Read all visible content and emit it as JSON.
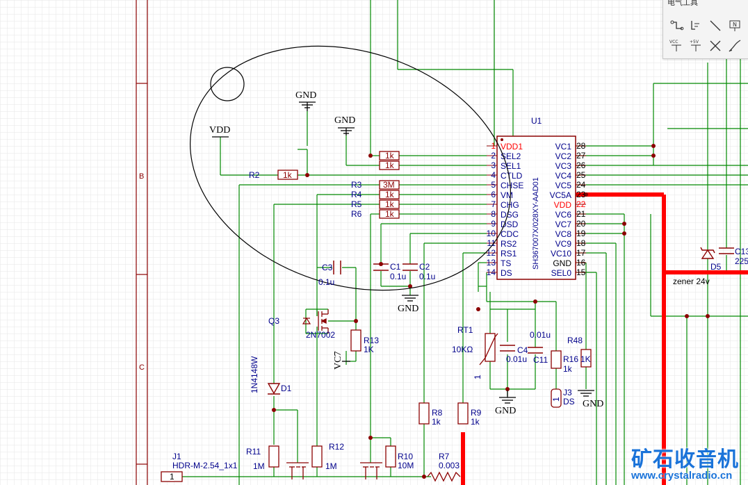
{
  "toolbox": {
    "title": "电气工具",
    "tools": [
      {
        "name": "wire-tool"
      },
      {
        "name": "bus-tool"
      },
      {
        "name": "bus-entry-tool"
      },
      {
        "name": "net-label-tool"
      },
      {
        "name": "vcc-tool",
        "label": "VCC"
      },
      {
        "name": "plus5v-tool",
        "label": "+5V"
      },
      {
        "name": "no-connect-tool"
      },
      {
        "name": "pen-tool"
      }
    ]
  },
  "frame": {
    "row_b": "B",
    "row_c": "C"
  },
  "ic": {
    "ref": "U1",
    "part": "SH367007X/028XY-AAD01",
    "left_pins": [
      {
        "num": "1",
        "name": "VDD1",
        "red": true
      },
      {
        "num": "2",
        "name": "SEL2"
      },
      {
        "num": "3",
        "name": "SEL1"
      },
      {
        "num": "4",
        "name": "CTLD"
      },
      {
        "num": "5",
        "name": "CHSE"
      },
      {
        "num": "6",
        "name": "VM"
      },
      {
        "num": "7",
        "name": "CHG"
      },
      {
        "num": "8",
        "name": "DSG"
      },
      {
        "num": "9",
        "name": "DSD"
      },
      {
        "num": "10",
        "name": "CDC"
      },
      {
        "num": "11",
        "name": "RS2"
      },
      {
        "num": "12",
        "name": "RS1"
      },
      {
        "num": "13",
        "name": "TS"
      },
      {
        "num": "14",
        "name": "DS"
      }
    ],
    "right_pins": [
      {
        "num": "28",
        "name": "VC1"
      },
      {
        "num": "27",
        "name": "VC2"
      },
      {
        "num": "26",
        "name": "VC3"
      },
      {
        "num": "25",
        "name": "VC4"
      },
      {
        "num": "24",
        "name": "VC5"
      },
      {
        "num": "23",
        "name": "VC5A"
      },
      {
        "num": "22",
        "name": "VDD",
        "red": true
      },
      {
        "num": "21",
        "name": "VC6"
      },
      {
        "num": "20",
        "name": "VC7"
      },
      {
        "num": "19",
        "name": "VC8"
      },
      {
        "num": "18",
        "name": "VC9"
      },
      {
        "num": "17",
        "name": "VC10"
      },
      {
        "num": "16",
        "name": "GND"
      },
      {
        "num": "15",
        "name": "SEL0"
      }
    ]
  },
  "labels": {
    "gnd": "GND",
    "vdd": "VDD",
    "vc7": "VC7",
    "r2": "R2",
    "r2_val": "1k",
    "r_sel2_val": "1k",
    "r_sel1_val": "1k",
    "r3": "R3",
    "r3_val": "3M",
    "r4": "R4",
    "r4_val": "1k",
    "r5": "R5",
    "r5_val": "1k",
    "r6": "R6",
    "r6_val": "1k",
    "c3": "C3",
    "c3_val": "0.1u",
    "c1": "C1",
    "c1_val": "0.1u",
    "c2": "C2",
    "c2_val": "0.1u",
    "q3": "Q3",
    "q3_part": "2N7002",
    "r13": "R13",
    "r13_val": "1K",
    "d1_part": "1N4148W",
    "d1": "D1",
    "rt1": "RT1",
    "rt1_val": "10KΩ",
    "rt1_pin": "1",
    "c4": "C4",
    "c4_val": "0.01u",
    "c11": "C11",
    "c11_val": "0.01u",
    "r16": "R16",
    "r16_val": "1k",
    "r48": "R48",
    "r48_val": "1K",
    "j3": "J3",
    "j3_val": "DS",
    "j3_pin": "1",
    "r8": "R8",
    "r8_val": "1k",
    "r9": "R9",
    "r9_val": "1k",
    "r11": "R11",
    "r11_val": "1M",
    "r12": "R12",
    "r12_val": "1M",
    "r10": "R10",
    "r10_val": "10M",
    "r7": "R7",
    "r7_val": "0.003",
    "j1": "J1",
    "j1_part": "HDR-M-2.54_1x1",
    "j1_pin": "1",
    "d5": "D5",
    "c13": "C13",
    "c13_val": "225",
    "zener": "zener 24v"
  },
  "watermark": {
    "cn": "矿石收音机",
    "url": "www.crystalradio.cn"
  },
  "colors": {
    "wire": "#008800",
    "part": "#8b0000",
    "pin_text": "#00008b",
    "power_bus": "#ff0000",
    "grid": "#e6e6e6",
    "ic_outline": "#8b0000"
  }
}
